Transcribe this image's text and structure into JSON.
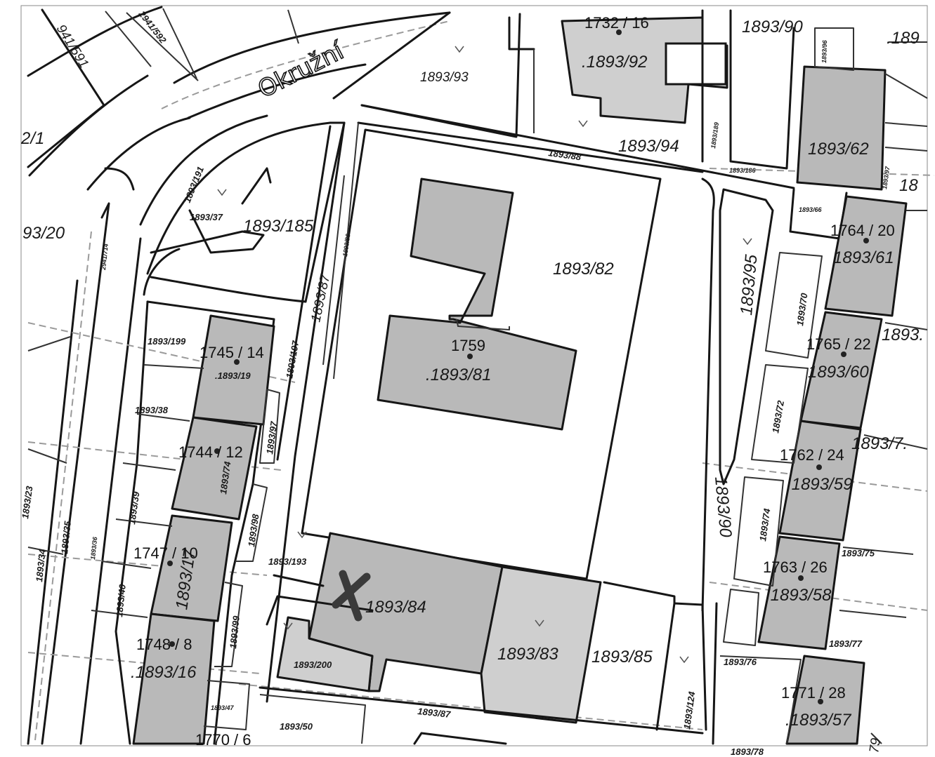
{
  "map": {
    "street_name": "Okružní",
    "parcels": {
      "p941_591": "941/591",
      "p2941_592": "2941/592",
      "p2_1": "2/1",
      "p93_20": "93/20",
      "p1893_191": "1893/191",
      "p1893_37": "1893/37",
      "p1893_185": "1893/185",
      "p1893_93": "1893/93",
      "p1893_92": ".1893/92",
      "p1893_90_top": "1893/90",
      "p189_edge": ".189",
      "p1893_94": "1893/94",
      "p1893_88": "1893/88",
      "p1893_62": "1893/62",
      "p18_edge": "18",
      "p1893_82": "1893/82",
      "p1893_95": "1893/95",
      "p1893_70": "1893/70",
      "p1893_61": "1893/61",
      "p1893_86": "1893/86",
      "p1893_87_v": "1893/87",
      "p1893_199": "1893/199",
      "p1893_19": ".1893/19",
      "p1893_197": "1893/197",
      "p1893_81": ".1893/81",
      "p1893_60": "1893/60",
      "p1893_edge": "1893.",
      "p1893_38": "1893/38",
      "p1893_97": "1893/97",
      "p1893_72": "1893/72",
      "p1893_74_mid": "1893/74",
      "p1893_7_edge": "1893/7.",
      "p1893_59": ".1893/59",
      "p1893_23": "1893/23",
      "p1893_39": "1893/39",
      "p1893_98": "1893/98",
      "p1893_35": "1893/35",
      "p1893_34": "1893/34",
      "p1893_36": "1893/36",
      "p1893_17": "1893/17",
      "p1893_193": "1893/193",
      "p1893_90_v": "1893/90",
      "p1893_74": "1893/74",
      "p1893_75": "1893/75",
      "p1893_58": ".1893/58",
      "p1893_40": "1893/40",
      "p1893_99": "1893/99",
      "p1893_84": "1893/84",
      "p1893_83": "1893/83",
      "p1893_85": "1893/85",
      "p1893_77": "1893/77",
      "p1893_16": ".1893/16",
      "p1893_200": "1893/200",
      "p1893_76": "1893/76",
      "p1893_124": "1893/124",
      "p1893_57": ".1893/57",
      "p1893_47": "1893/47",
      "p1893_50": "1893/50",
      "p1893_87": "1893/87",
      "p1893_78": "1893/78",
      "p79_edge": "79",
      "p1893_66": "1893/66",
      "p1893_186": "1893/186",
      "p1893_96": "1893/96",
      "p1893_189": "1893/189",
      "p1893_97_small": "1893/97",
      "p1893_714": "2941/714"
    },
    "buildings": {
      "b1732_16": "1732 / 16",
      "b1764_20": "1764 / 20",
      "b1759": "1759",
      "b1745_14": "1745 / 14",
      "b1765_22": "1765 / 22",
      "b1744_12": "1744 / 12",
      "b1762_24": "1762 / 24",
      "b1747_10": "1747 / 10",
      "b1763_26": "1763 / 26",
      "b1748_8": "1748 / 8",
      "b1771_28": "1771 / 28",
      "b1770_6": "1770 / 6"
    }
  }
}
